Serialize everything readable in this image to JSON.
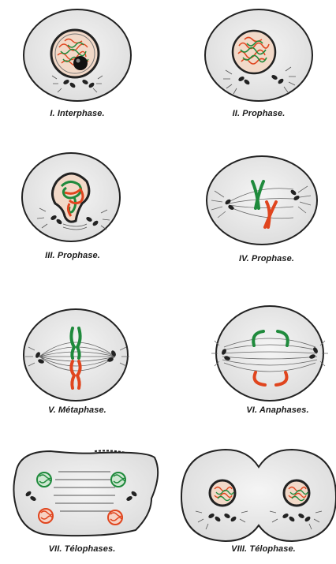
{
  "panels": [
    {
      "id": 1,
      "caption": "I. Interphase."
    },
    {
      "id": 2,
      "caption": "II. Prophase."
    },
    {
      "id": 3,
      "caption": "III. Prophase."
    },
    {
      "id": 4,
      "caption": "IV. Prophase."
    },
    {
      "id": 5,
      "caption": "V. Métaphase."
    },
    {
      "id": 6,
      "caption": "VI. Anaphases."
    },
    {
      "id": 7,
      "caption": "VII. Télophases."
    },
    {
      "id": 8,
      "caption": "VIII. Télophase."
    }
  ],
  "colors": {
    "cell_fill": "#ececec",
    "cell_outline": "#222222",
    "chromosome_green": "#1f8a3c",
    "chromosome_red": "#e0451e",
    "nucleus_fill": "#f2d9c8",
    "line": "#333333"
  }
}
